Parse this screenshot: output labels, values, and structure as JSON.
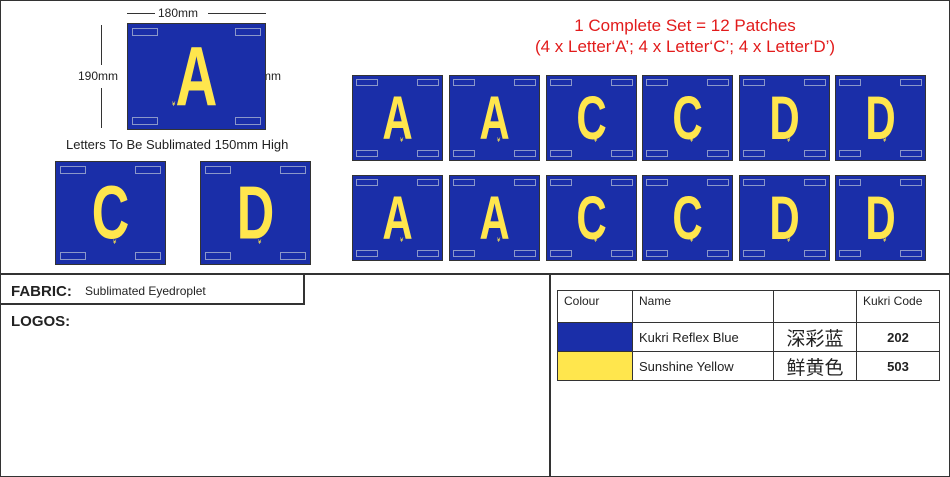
{
  "title": {
    "line1": "1 Complete Set = 12 Patches",
    "line2": "(4 x Letter‘A’;  4 x Letter‘C’;  4 x Letter‘D’)"
  },
  "dimensions": {
    "width": "180mm",
    "height": "190mm",
    "letter_height": "150mm"
  },
  "note": "Letters To Be Sublimated 150mm High",
  "fabric": {
    "label": "FABRIC:",
    "value": "Sublimated Eyedroplet"
  },
  "logos": {
    "label": "LOGOS:"
  },
  "patches": {
    "main": "A",
    "left_row": [
      "C",
      "D"
    ],
    "grid_row1": [
      "A",
      "A",
      "C",
      "C",
      "D",
      "D"
    ],
    "grid_row2": [
      "A",
      "A",
      "C",
      "C",
      "D",
      "D"
    ],
    "logo_glyph": "¥"
  },
  "colour_table": {
    "headers": [
      "Colour",
      "Name",
      "",
      "Kukri Code"
    ],
    "rows": [
      {
        "swatch": "#1a2ea8",
        "name": "Kukri Reflex Blue",
        "cn": "深彩蓝",
        "code": "202"
      },
      {
        "swatch": "#ffe64d",
        "name": "Sunshine Yellow",
        "cn": "鲜黄色",
        "code": "503"
      }
    ]
  },
  "colors": {
    "patch_blue": "#1a2ea8",
    "letter_yellow": "#ffe64d",
    "title_red": "#e21b1b"
  }
}
